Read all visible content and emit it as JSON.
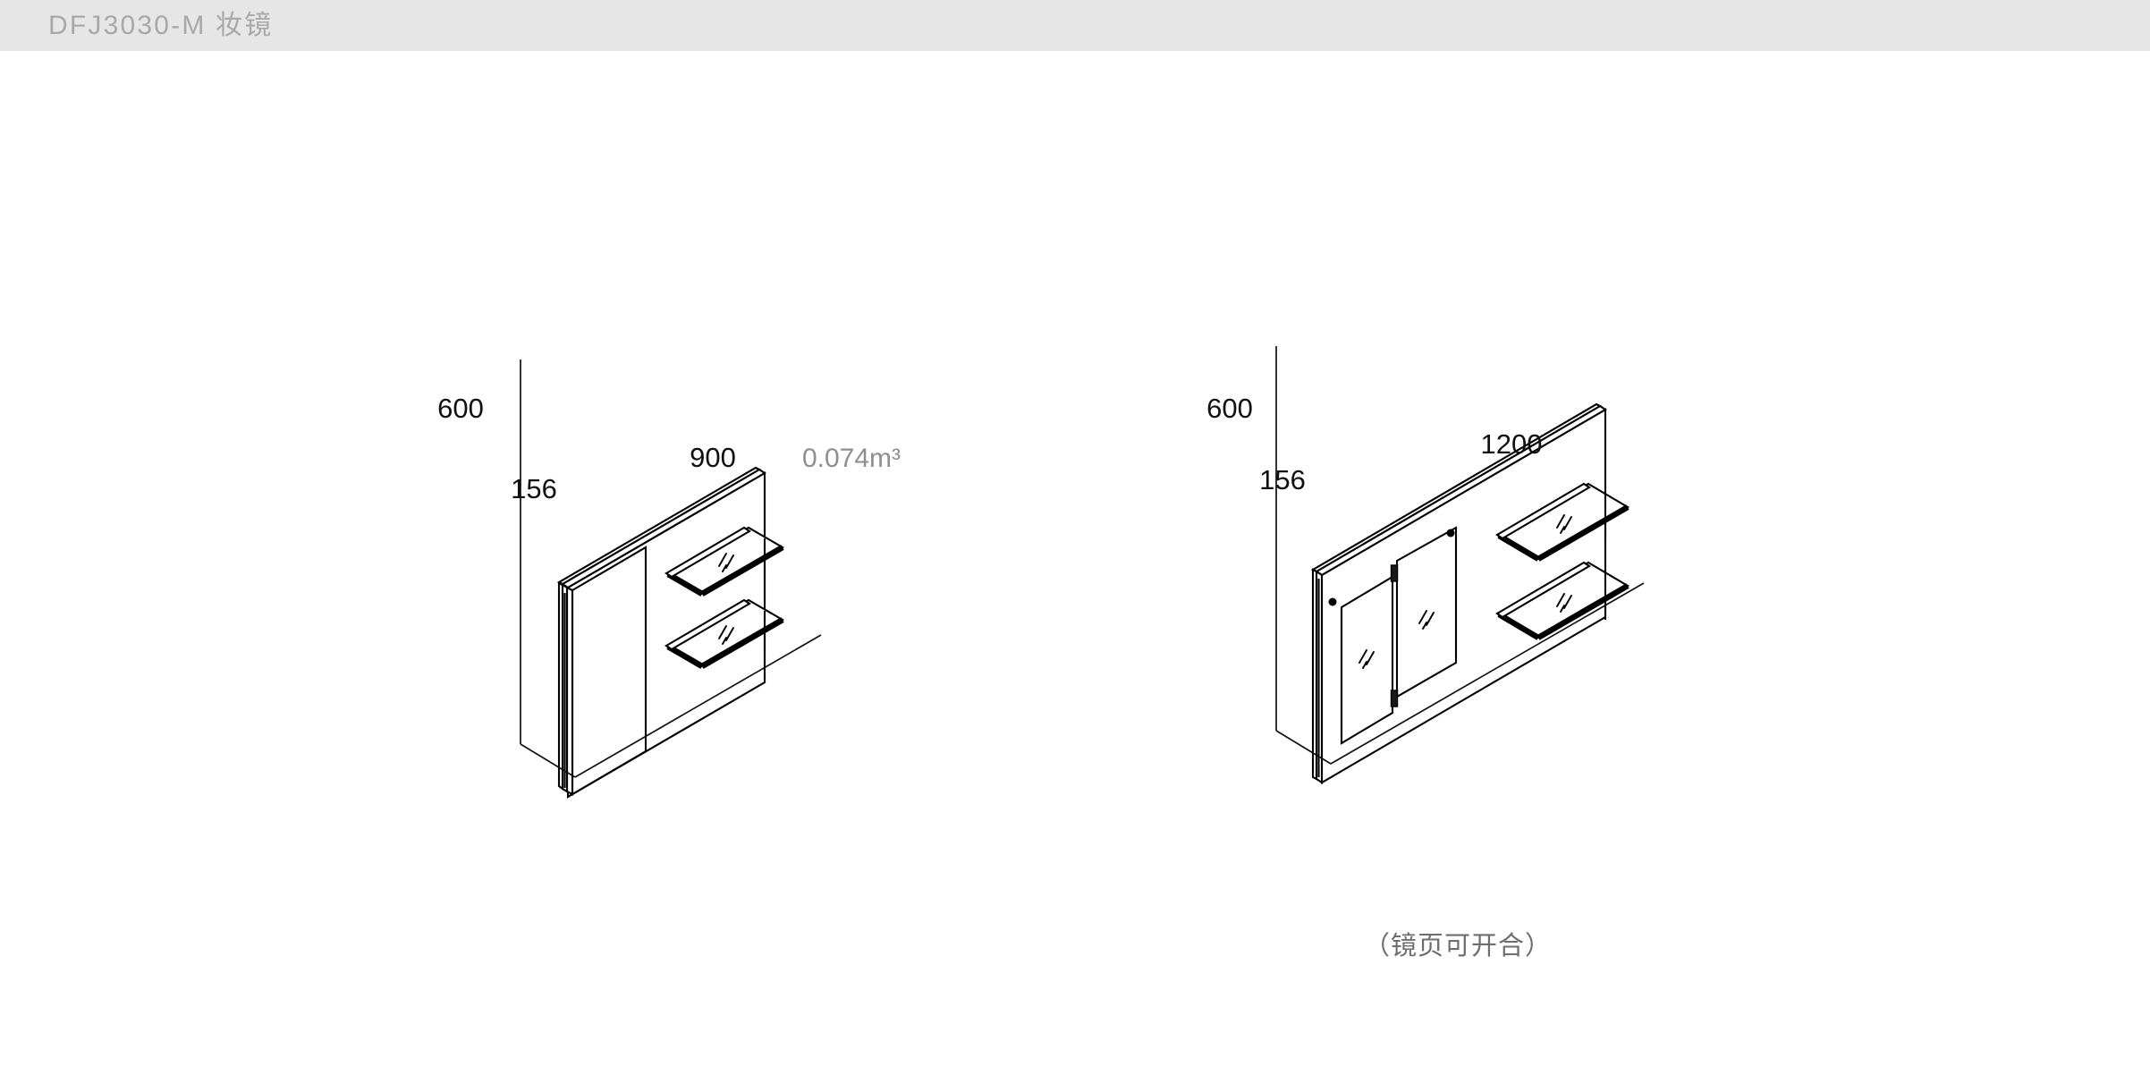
{
  "header": {
    "model_code": "DFJ3030-M",
    "product_name": "妆镜",
    "title": "DFJ3030-M 妆镜",
    "bar_color": "#e6e6e6",
    "text_color": "#a8a8a8"
  },
  "page": {
    "background": "#ffffff",
    "line_color": "#000000"
  },
  "views": [
    {
      "id": "view-900",
      "name": "900mm mirror cabinet isometric view",
      "dimensions": {
        "width_label": "900",
        "height_label": "600",
        "depth_label": "156",
        "unit": "mm"
      },
      "volume_label": "0.074m³",
      "volume_color": "#8e8e8e",
      "parts": {
        "mirror_doors": 1,
        "glass_shelves": 2,
        "shelf_rails": 2
      },
      "note": ""
    },
    {
      "id": "view-1200",
      "name": "1200mm mirror cabinet isometric view",
      "dimensions": {
        "width_label": "1200",
        "height_label": "600",
        "depth_label": "156",
        "unit": "mm"
      },
      "volume_label": "",
      "parts": {
        "mirror_doors": 2,
        "glass_shelves": 2,
        "shelf_rails": 2,
        "hinges": 2,
        "fixing_dots": 2
      },
      "note": "（镜页可开合）"
    }
  ],
  "labels": {
    "left_width": "900",
    "left_height": "600",
    "left_depth": "156",
    "left_volume": "0.074m³",
    "right_width": "1200",
    "right_height": "600",
    "right_depth": "156",
    "right_note": "（镜页可开合）"
  }
}
